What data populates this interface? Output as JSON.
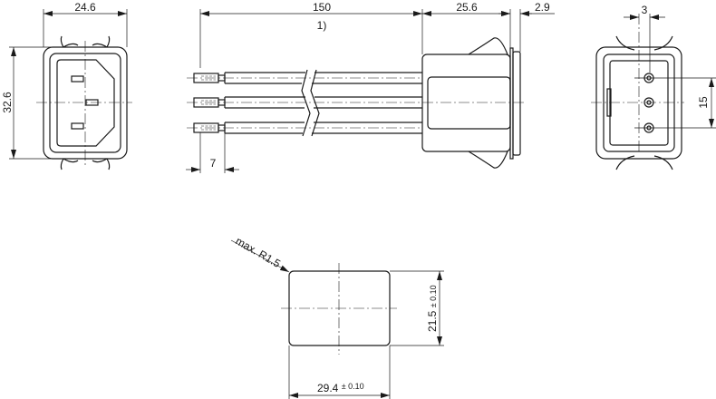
{
  "front_view": {
    "width_label": "24.6",
    "height_label": "32.6"
  },
  "side_view": {
    "length_label": "150",
    "note_label": "1)",
    "terminal_label": "7",
    "body_label": "25.6",
    "flange_label": "2.9"
  },
  "rear_view": {
    "offset_label": "3",
    "pitch_label": "15"
  },
  "cutout": {
    "radius_label": "max. R1.5",
    "height_label": "21.5",
    "height_tol": "± 0.10",
    "width_label": "29.4",
    "width_tol": "± 0.10"
  }
}
